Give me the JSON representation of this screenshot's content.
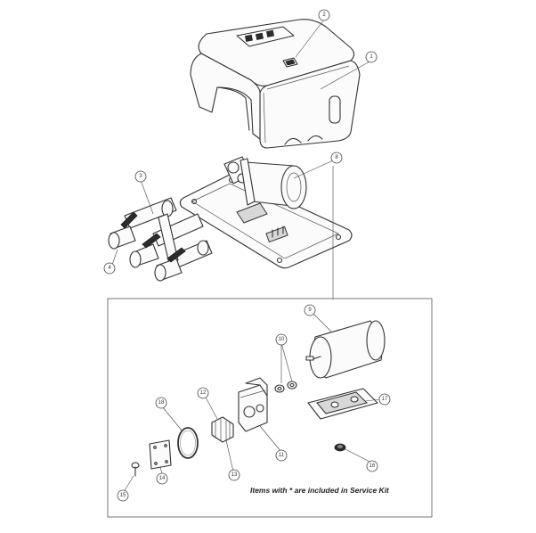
{
  "callouts": [
    {
      "id": "c1",
      "label": "1"
    },
    {
      "id": "c2",
      "label": "2"
    },
    {
      "id": "c3",
      "label": "3"
    },
    {
      "id": "c4",
      "label": "4"
    },
    {
      "id": "c8",
      "label": "8"
    },
    {
      "id": "c9",
      "label": "9"
    },
    {
      "id": "c10",
      "label": "10"
    },
    {
      "id": "c11",
      "label": "11"
    },
    {
      "id": "c12",
      "label": "12"
    },
    {
      "id": "c13",
      "label": "13"
    },
    {
      "id": "c14",
      "label": "14"
    },
    {
      "id": "c15",
      "label": "15"
    },
    {
      "id": "c16",
      "label": "16"
    },
    {
      "id": "c17",
      "label": "17"
    },
    {
      "id": "c18",
      "label": "18"
    }
  ],
  "service_kit_note": "Items with * are included in Service Kit",
  "colors": {
    "line": "#333333",
    "background": "#ffffff",
    "shade": "#d8d8d8"
  }
}
